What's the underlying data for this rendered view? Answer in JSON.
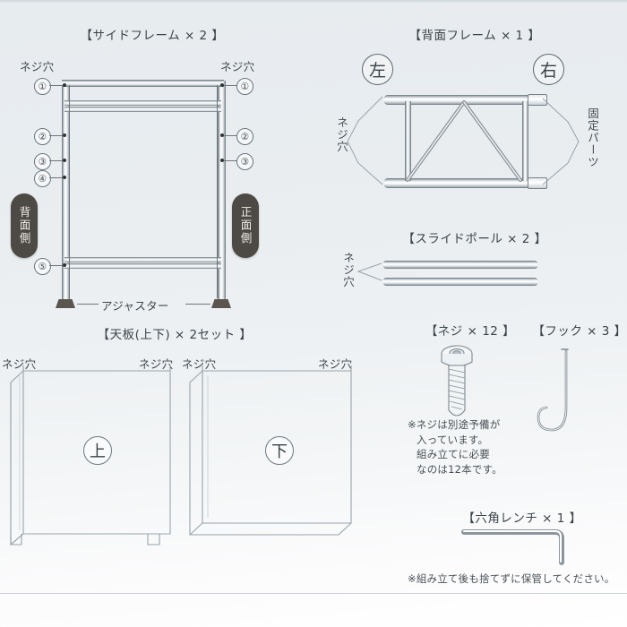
{
  "document": {
    "type": "assembly-parts-diagram",
    "language": "ja"
  },
  "sections": {
    "side_frame": {
      "title": "【サイドフレーム × 2 】",
      "screw_hole_left": "ネジ穴",
      "screw_hole_right": "ネジ穴",
      "markers_left": [
        "①",
        "②",
        "③",
        "④",
        "⑤"
      ],
      "markers_right": [
        "①",
        "②",
        "③"
      ],
      "pill_back": "背面側",
      "pill_front": "正面側",
      "adjuster_label": "アジャスター"
    },
    "back_frame": {
      "title": "【背面フレーム × 1 】",
      "badge_left": "左",
      "badge_right": "右",
      "screw_hole": "ネジ穴",
      "fixed_parts": "固定パーツ"
    },
    "slide_pole": {
      "title": "【スライドポール × 2 】",
      "screw_hole": "ネジ穴"
    },
    "top_boards": {
      "title": "【天板(上下) × 2セット 】",
      "screw_hole": "ネジ穴",
      "board_upper": "上",
      "board_lower": "下",
      "screw_hole_labels": [
        "ネジ穴",
        "ネジ穴",
        "ネジ穴",
        "ネジ穴"
      ]
    },
    "screws": {
      "title": "【ネジ × 12 】",
      "note_line1": "※ネジは別途予備が",
      "note_line2": "入っています。",
      "note_line3": "組み立てに必要",
      "note_line4": "なのは12本です。"
    },
    "hooks": {
      "title": "【フック × 3 】"
    },
    "hex_wrench": {
      "title": "【六角レンチ × 1 】",
      "note": "※組み立て後も捨てずに保管してください。"
    }
  },
  "colors": {
    "background_top": "#e7ecef",
    "background_bottom": "#ffffff",
    "metal_stroke": "#7c868d",
    "text": "#42484d",
    "pill_background": "#4d4a45",
    "pill_text": "#f2efe9",
    "adjuster_foot": "#5a564f"
  }
}
